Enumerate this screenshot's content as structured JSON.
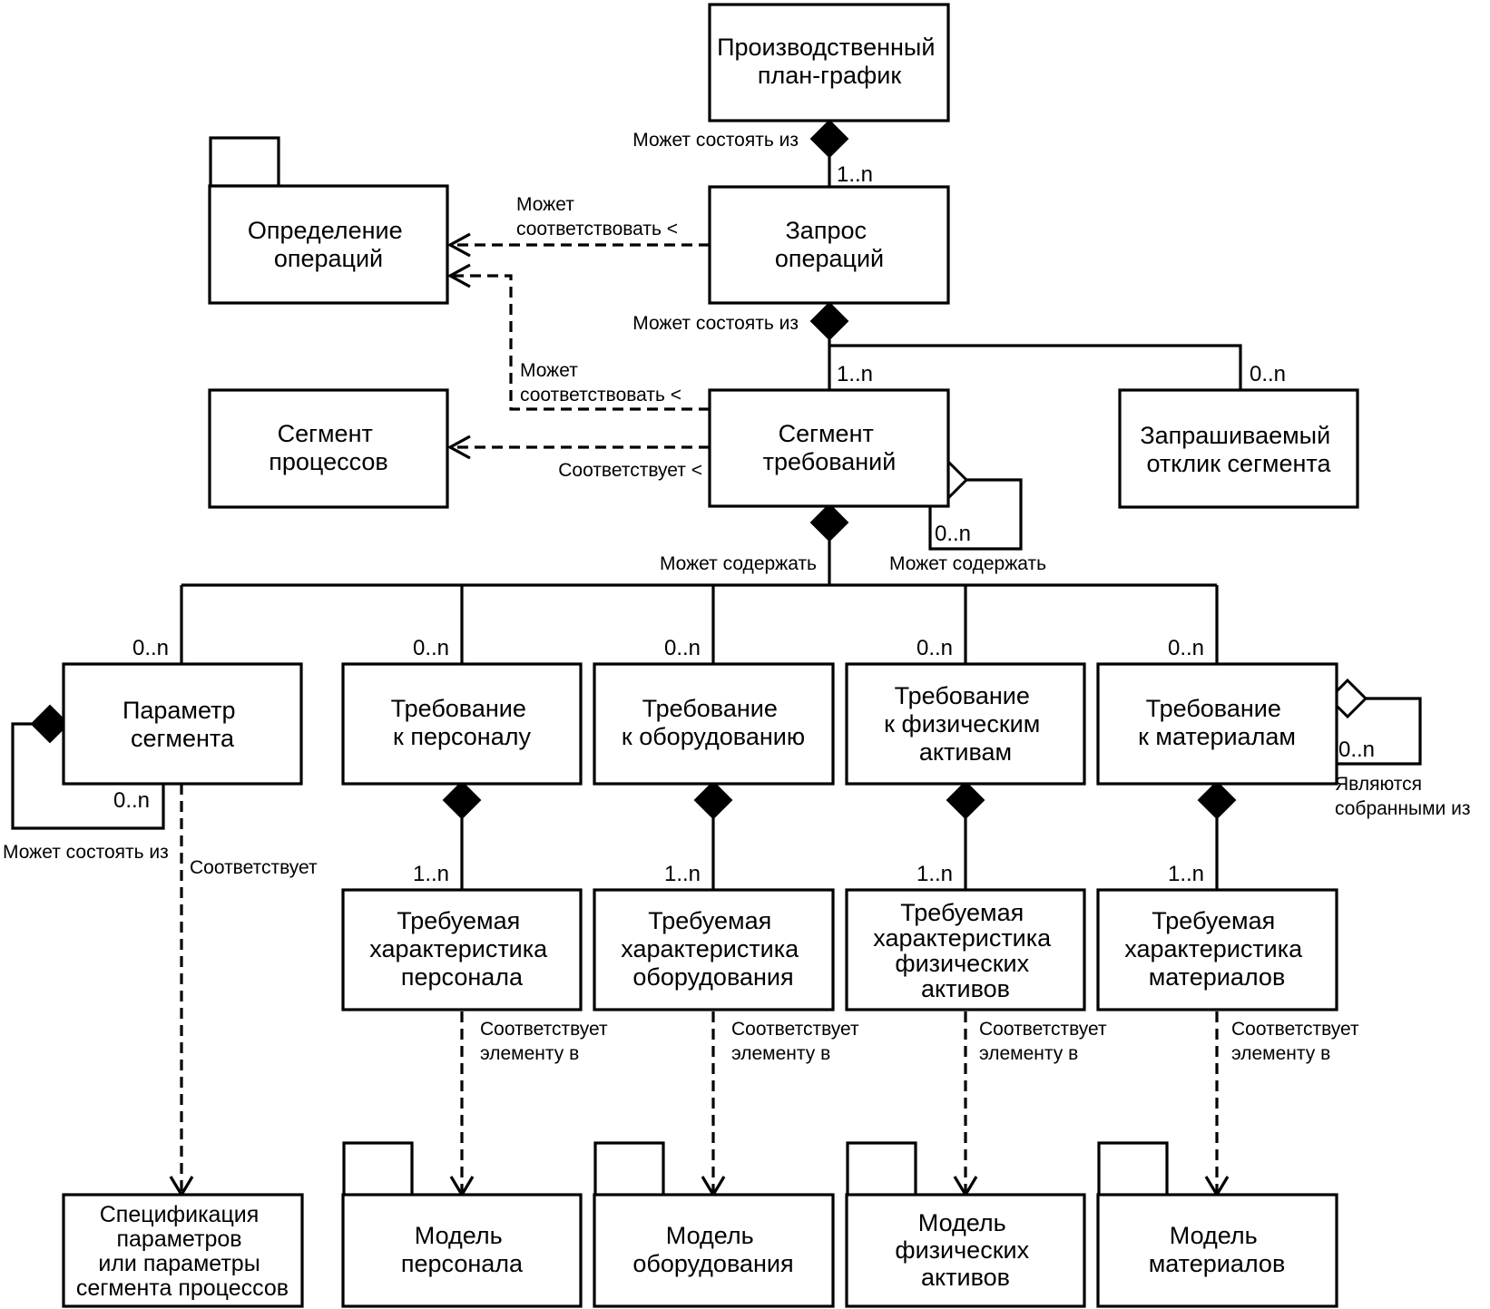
{
  "boxes": {
    "production_schedule": [
      "Производственный",
      "план-график"
    ],
    "operations_definition": [
      "Определение",
      "операций"
    ],
    "operations_request": [
      "Запрос",
      "операций"
    ],
    "process_segment": [
      "Сегмент",
      "процессов"
    ],
    "segment_requirement": [
      "Сегмент",
      "требований"
    ],
    "requested_segment_response": [
      "Запрашиваемый",
      "отклик сегмента"
    ],
    "segment_parameter": [
      "Параметр",
      "сегмента"
    ],
    "personnel_requirement": [
      "Требование",
      "к персоналу"
    ],
    "equipment_requirement": [
      "Требование",
      "к оборудованию"
    ],
    "physical_asset_requirement": [
      "Требование",
      "к физическим",
      "активам"
    ],
    "material_requirement": [
      "Требование",
      "к материалам"
    ],
    "personnel_property": [
      "Требуемая",
      "характеристика",
      "персонала"
    ],
    "equipment_property": [
      "Требуемая",
      "характеристика",
      "оборудования"
    ],
    "physical_asset_property": [
      "Требуемая",
      "характеристика",
      "физических",
      "активов"
    ],
    "material_property": [
      "Требуемая",
      "характеристика",
      "материалов"
    ],
    "parameter_specification": [
      "Спецификация",
      "параметров",
      "или параметры",
      "сегмента процессов"
    ],
    "personnel_model": [
      "Модель",
      "персонала"
    ],
    "equipment_model": [
      "Модель",
      "оборудования"
    ],
    "physical_asset_model": [
      "Модель",
      "физических",
      "активов"
    ],
    "material_model": [
      "Модель",
      "материалов"
    ]
  },
  "labels": {
    "may_consist_of_1": "Может состоять из",
    "may_correspond_1": [
      "Может",
      "соответствовать <"
    ],
    "may_consist_of_2": "Может состоять из",
    "may_correspond_2": [
      "Может",
      "соответствовать <"
    ],
    "corresponds_lt": "Соответствует <",
    "may_contain_1": "Может содержать",
    "may_contain_2": "Может содержать",
    "may_consist_of_3": "Может состоять из",
    "corresponds": "Соответствует",
    "are_assembled_from": [
      "Являются",
      "собранными из"
    ],
    "corresponds_to_element_in": [
      "Соответствует",
      "элементу в"
    ]
  },
  "multiplicities": {
    "one_to_n": "1..n",
    "zero_to_n": "0..n"
  },
  "colors": {
    "line": "#000000",
    "background": "#ffffff"
  }
}
